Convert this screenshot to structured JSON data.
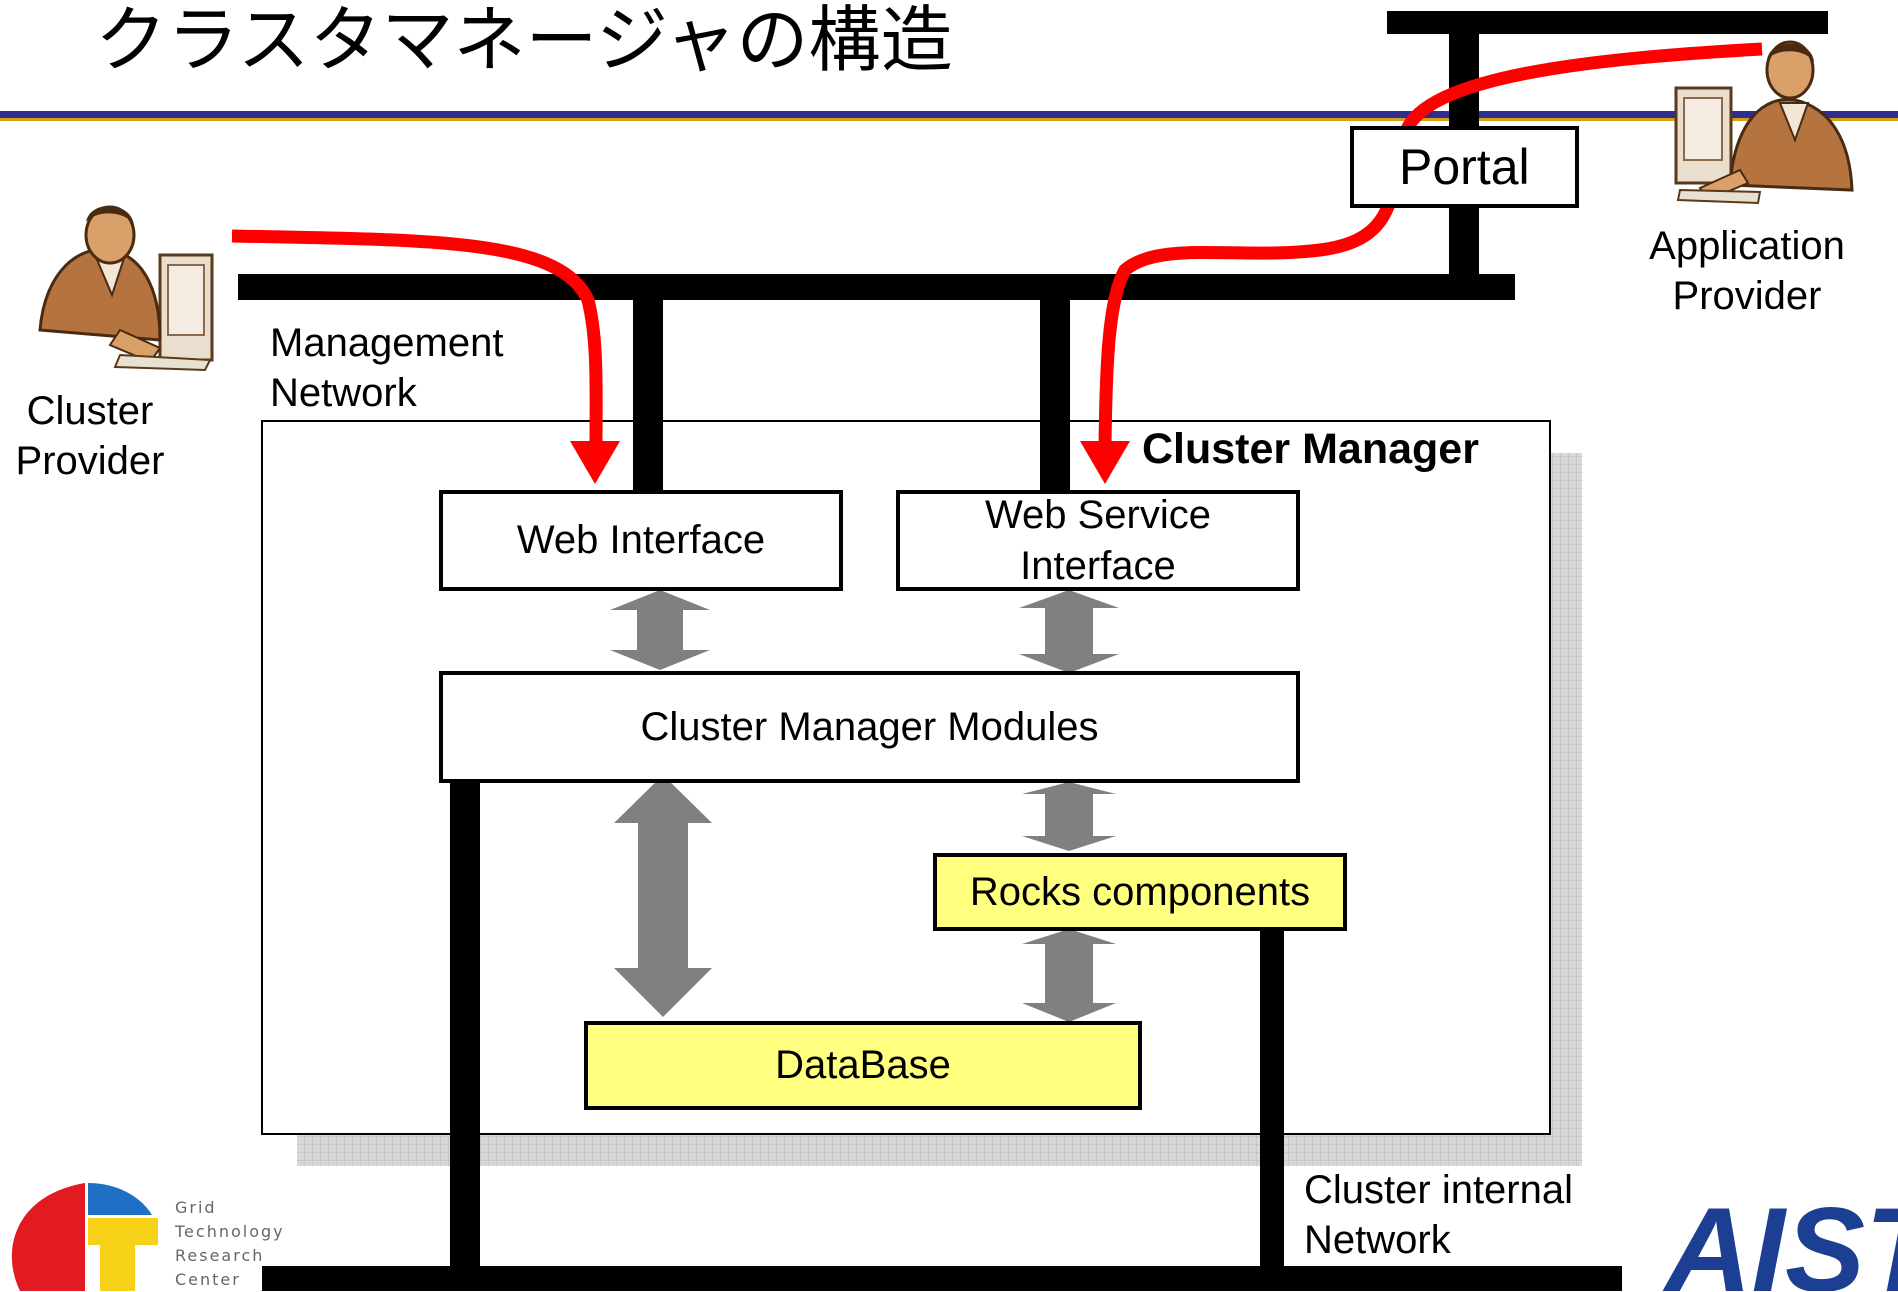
{
  "slide": {
    "title": "クラスタマネージャの構造"
  },
  "labels": {
    "portal": "Portal",
    "application_provider": "Application\nProvider",
    "cluster_provider": "Cluster\nProvider",
    "management_network": "Management\nNetwork",
    "cluster_manager": "Cluster Manager",
    "web_interface": "Web Interface",
    "web_service_interface": "Web Service\nInterface",
    "cluster_manager_modules": "Cluster Manager Modules",
    "rocks_components": "Rocks components",
    "database": "DataBase",
    "cluster_internal_network": "Cluster internal\nNetwork"
  },
  "logos": {
    "grid_center": [
      "Grid",
      "Technology",
      "Research",
      "Center"
    ],
    "aist": "AIST"
  },
  "colors": {
    "flow_arrow": "#ff0000",
    "component_fill": "#ffff80",
    "double_arrow": "#808080",
    "network_line": "#000000",
    "title_rule": "#2e2e8f",
    "title_rule_accent": "#d4a017",
    "aist_logo": "#1c3f94",
    "logo_red": "#e21b23",
    "logo_blue": "#1f6fc5",
    "logo_yellow": "#f7d117"
  }
}
